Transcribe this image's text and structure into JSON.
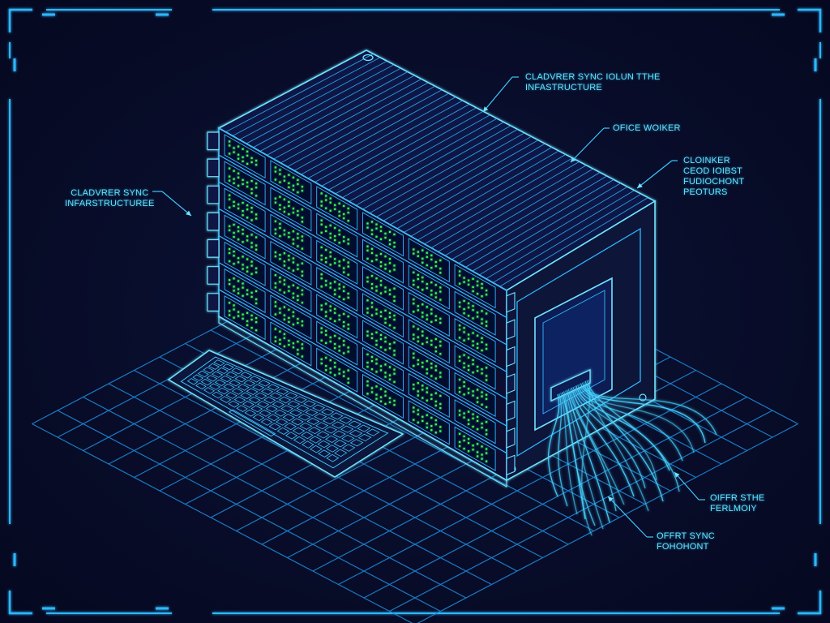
{
  "colors": {
    "background": "#070b26",
    "line": "#2fb7ff",
    "line_bright": "#6fe4ff",
    "led": "#3dff5a",
    "panel": "#0b1640"
  },
  "labels": {
    "top_line1": "CLADVRER SYNC IOLUN TTHE",
    "top_line2": "INFASTRUCTURE",
    "office_worker": "OFICE WOIKER",
    "right_line1": "CLOINKER",
    "right_line2": "CEOD IOIBST",
    "right_line3": "FUDIOCHONT",
    "right_line4": "PEOTURS",
    "left_line1": "CLADVRER SYNC",
    "left_line2": "INFARSTRUCTUREE",
    "bottom_right_line1": "OIFFR STHE",
    "bottom_right_line2": "FERLMOIY",
    "bottom_line1": "OFFRT SYNC",
    "bottom_line2": "FOHOHONT"
  },
  "icons": [
    "hud-frame",
    "floor-grid",
    "server-rack",
    "keyboard",
    "fiber-cable-bundle",
    "monitor-screen"
  ]
}
